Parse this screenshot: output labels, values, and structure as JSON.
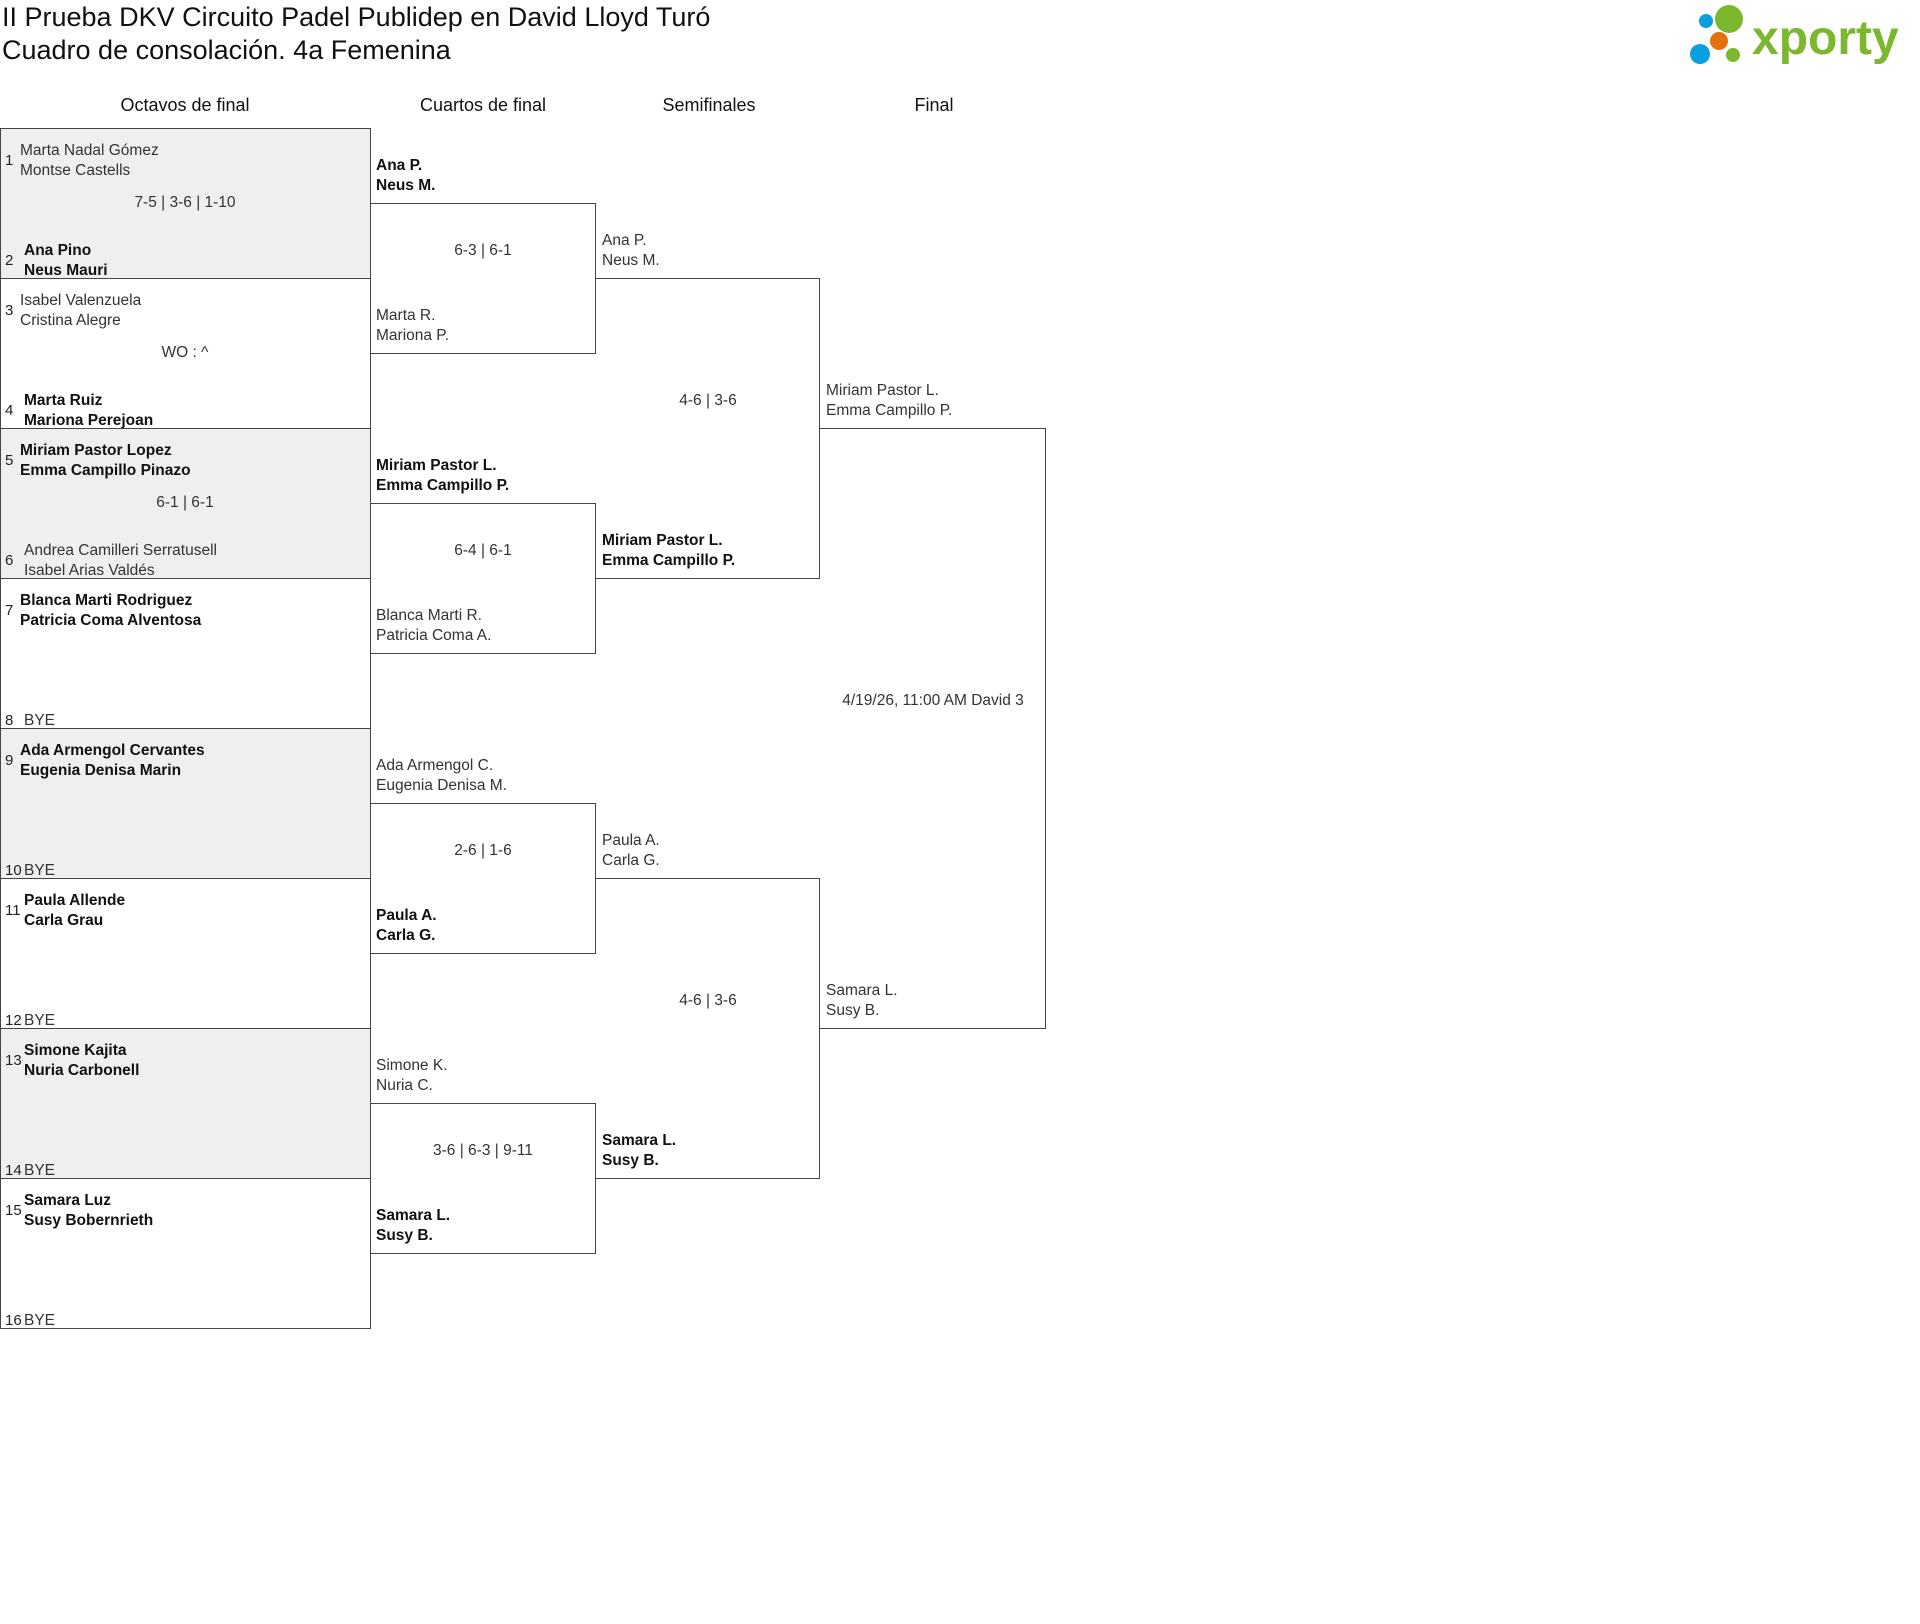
{
  "header": {
    "title": "II Prueba DKV Circuito Padel Publidep en David Lloyd Turó",
    "subtitle": "Cuadro de consolación. 4a Femenina",
    "logo_text": "xporty"
  },
  "colors": {
    "shade": "#efefef",
    "logo_green": "#7cb82f",
    "logo_blue": "#0aa0e0",
    "logo_orange": "#e5700e"
  },
  "rounds": [
    {
      "label": "Octavos de final"
    },
    {
      "label": "Cuartos de final"
    },
    {
      "label": "Semifinales"
    },
    {
      "label": "Final"
    }
  ],
  "octavos": [
    {
      "score": "7-5 | 3-6 | 1-10",
      "teams": [
        {
          "seed": "1",
          "names": [
            "Marta Nadal Gómez",
            "Montse Castells"
          ],
          "winner": false
        },
        {
          "seed": "2",
          "names": [
            "Ana Pino",
            "Neus Mauri"
          ],
          "winner": true
        }
      ]
    },
    {
      "score": "WO : ^",
      "teams": [
        {
          "seed": "3",
          "names": [
            "Isabel Valenzuela",
            "Cristina Alegre"
          ],
          "winner": false
        },
        {
          "seed": "4",
          "names": [
            "Marta Ruiz",
            "Mariona Perejoan"
          ],
          "winner": true
        }
      ]
    },
    {
      "score": "6-1 | 6-1",
      "teams": [
        {
          "seed": "5",
          "names": [
            "Miriam Pastor Lopez",
            "Emma Campillo Pinazo"
          ],
          "winner": true
        },
        {
          "seed": "6",
          "names": [
            "Andrea Camilleri Serratusell",
            "Isabel Arias Valdés"
          ],
          "winner": false
        }
      ]
    },
    {
      "score": "",
      "teams": [
        {
          "seed": "7",
          "names": [
            "Blanca Marti Rodriguez",
            "Patricia Coma Alventosa"
          ],
          "winner": true
        },
        {
          "seed": "8",
          "names": [
            "BYE"
          ],
          "winner": false
        }
      ]
    },
    {
      "score": "",
      "teams": [
        {
          "seed": "9",
          "names": [
            "Ada Armengol Cervantes",
            "Eugenia Denisa Marin"
          ],
          "winner": true
        },
        {
          "seed": "10",
          "names": [
            "BYE"
          ],
          "winner": false
        }
      ]
    },
    {
      "score": "",
      "teams": [
        {
          "seed": "11",
          "names": [
            "Paula Allende",
            "Carla Grau"
          ],
          "winner": true
        },
        {
          "seed": "12",
          "names": [
            "BYE"
          ],
          "winner": false
        }
      ]
    },
    {
      "score": "",
      "teams": [
        {
          "seed": "13",
          "names": [
            "Simone Kajita",
            "Nuria Carbonell"
          ],
          "winner": true
        },
        {
          "seed": "14",
          "names": [
            "BYE"
          ],
          "winner": false
        }
      ]
    },
    {
      "score": "",
      "teams": [
        {
          "seed": "15",
          "names": [
            "Samara Luz",
            "Susy Bobernrieth"
          ],
          "winner": true
        },
        {
          "seed": "16",
          "names": [
            "BYE"
          ],
          "winner": false
        }
      ]
    }
  ],
  "later_rounds": [
    [
      {
        "score": "6-3 | 6-1",
        "teams": [
          {
            "names": [
              "Ana P.",
              "Neus M."
            ],
            "winner": true
          },
          {
            "names": [
              "Marta R.",
              "Mariona P."
            ],
            "winner": false
          }
        ]
      },
      {
        "score": "6-4 | 6-1",
        "teams": [
          {
            "names": [
              "Miriam Pastor L.",
              "Emma Campillo P."
            ],
            "winner": true
          },
          {
            "names": [
              "Blanca Marti R.",
              "Patricia Coma A."
            ],
            "winner": false
          }
        ]
      },
      {
        "score": "2-6 | 1-6",
        "teams": [
          {
            "names": [
              "Ada Armengol C.",
              "Eugenia Denisa M."
            ],
            "winner": false
          },
          {
            "names": [
              "Paula A.",
              "Carla G."
            ],
            "winner": true
          }
        ]
      },
      {
        "score": "3-6 | 6-3 | 9-11",
        "teams": [
          {
            "names": [
              "Simone K.",
              "Nuria C."
            ],
            "winner": false
          },
          {
            "names": [
              "Samara L.",
              "Susy B."
            ],
            "winner": true
          }
        ]
      }
    ],
    [
      {
        "score": "4-6 | 3-6",
        "teams": [
          {
            "names": [
              "Ana P.",
              "Neus M."
            ],
            "winner": false
          },
          {
            "names": [
              "Miriam Pastor L.",
              "Emma Campillo P."
            ],
            "winner": true
          }
        ]
      },
      {
        "score": "4-6 | 3-6",
        "teams": [
          {
            "names": [
              "Paula A.",
              "Carla G."
            ],
            "winner": false
          },
          {
            "names": [
              "Samara L.",
              "Susy B."
            ],
            "winner": true
          }
        ]
      }
    ],
    [
      {
        "score": "4/19/26, 11:00 AM David 3",
        "teams": [
          {
            "names": [
              "Miriam Pastor L.",
              "Emma Campillo P."
            ],
            "winner": false
          },
          {
            "names": [
              "Samara L.",
              "Susy B."
            ],
            "winner": false
          }
        ]
      }
    ]
  ]
}
